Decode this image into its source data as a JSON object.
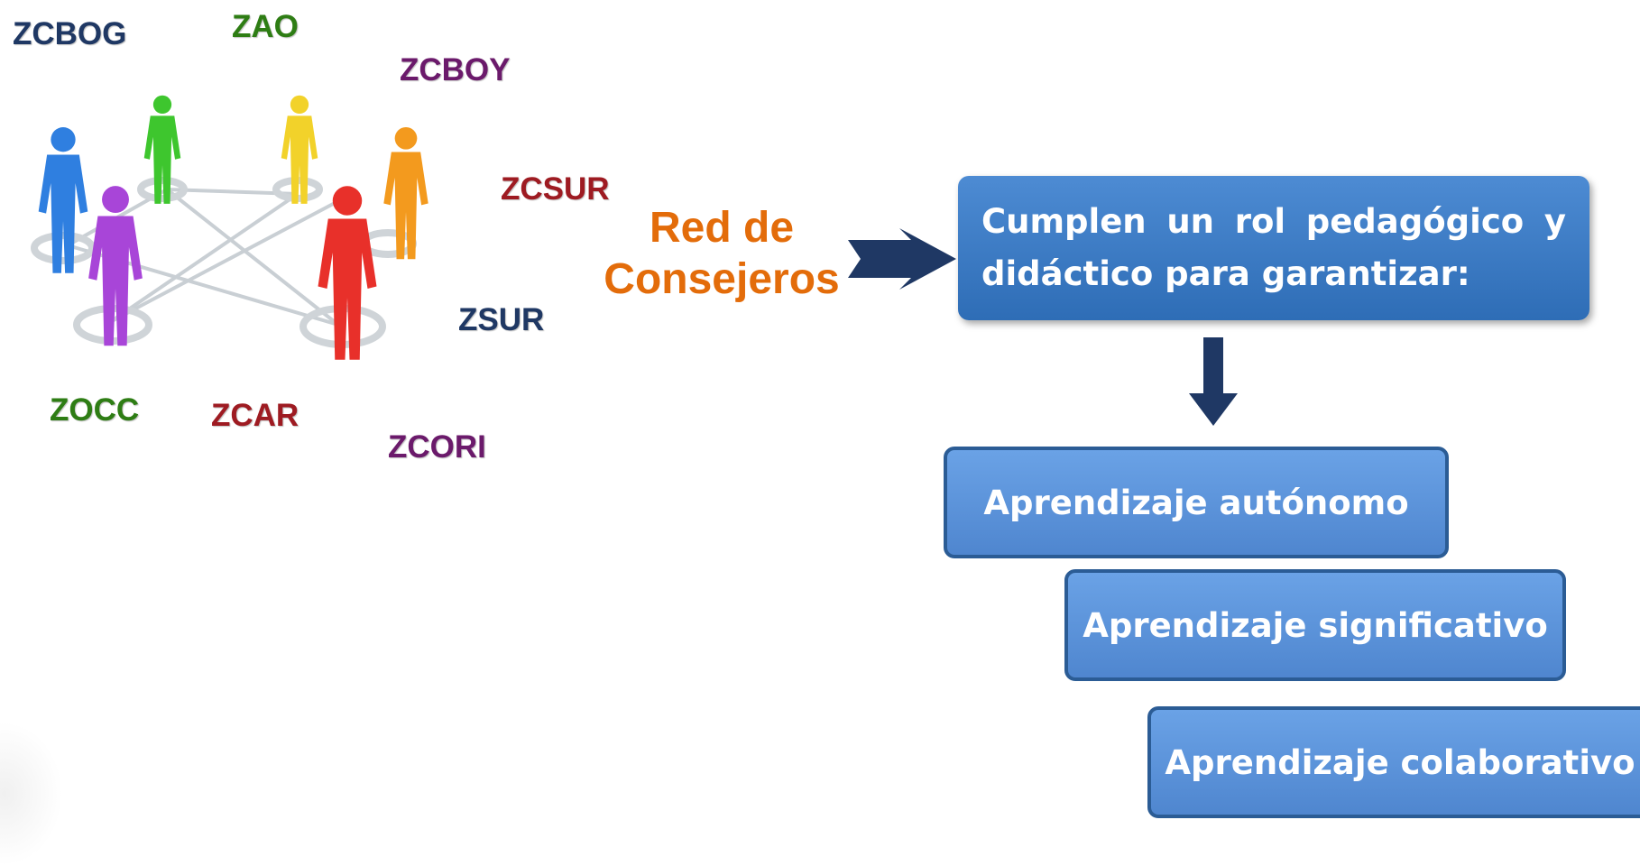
{
  "zones": [
    {
      "label": "ZCBOG",
      "color": "#1f3864"
    },
    {
      "label": "ZAO",
      "color": "#2e7d14"
    },
    {
      "label": "ZCBOY",
      "color": "#6b1a6b"
    },
    {
      "label": "ZCSUR",
      "color": "#9e1b22"
    },
    {
      "label": "ZSUR",
      "color": "#1f3864"
    },
    {
      "label": "ZOCC",
      "color": "#2e7d14"
    },
    {
      "label": "ZCAR",
      "color": "#9e1b22"
    },
    {
      "label": "ZCORI",
      "color": "#6b1a6b"
    }
  ],
  "people": [
    "blue",
    "green",
    "yellow",
    "orange",
    "purple",
    "red"
  ],
  "network_title": "Red de Consejeros",
  "main_box": "Cumplen un rol pedagógico y didáctico  para garantizar:",
  "learning_boxes": [
    "Aprendizaje autónomo",
    "Aprendizaje significativo",
    "Aprendizaje colaborativo"
  ],
  "colors": {
    "accent_orange": "#e36c0a",
    "arrow_navy": "#1f3864",
    "box_blue": "#3b7cc6"
  }
}
